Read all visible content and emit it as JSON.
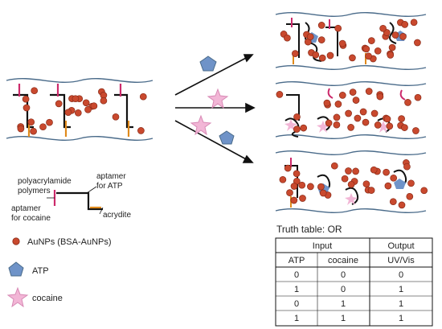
{
  "labels": {
    "polymers": [
      "polyacrylamide",
      "polymers"
    ],
    "aptamer_atp": [
      "aptamer",
      "for ATP"
    ],
    "aptamer_cocaine": [
      "aptamer",
      "for cocaine"
    ],
    "acrydite": "acrydite"
  },
  "legend": {
    "aunp": "AuNPs (BSA-AuNPs)",
    "atp": "ATP",
    "cocaine": "cocaine"
  },
  "truth_table": {
    "title": "Truth table: OR",
    "group_headers": [
      "Input",
      "Output"
    ],
    "columns": [
      "ATP",
      "cocaine",
      "UV/Vis"
    ],
    "rows": [
      [
        "0",
        "0",
        "0"
      ],
      [
        "1",
        "0",
        "1"
      ],
      [
        "0",
        "1",
        "1"
      ],
      [
        "1",
        "1",
        "1"
      ]
    ]
  },
  "colors": {
    "aunp": "#c9492e",
    "atp": "#6f93c8",
    "cocaine": "#f2b6d6",
    "polymer_line": "#4a6b8a",
    "aptamer_atp": "#cc2a6b",
    "aptamer_cocaine": "#e08a1c",
    "linker": "#111111"
  }
}
